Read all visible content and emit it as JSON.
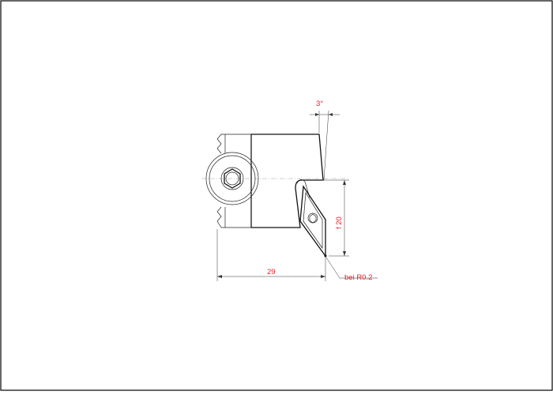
{
  "drawing": {
    "angle_label": "3°",
    "width_label": "29",
    "height_label": "f 20",
    "radius_label": "bei R0.2"
  },
  "colors": {
    "dimension_text": "#e8202a",
    "outline": "#111111",
    "frame": "#000000"
  },
  "icons": {
    "screw": "hex-socket-screw-icon",
    "insert": "rhombic-insert-icon"
  }
}
